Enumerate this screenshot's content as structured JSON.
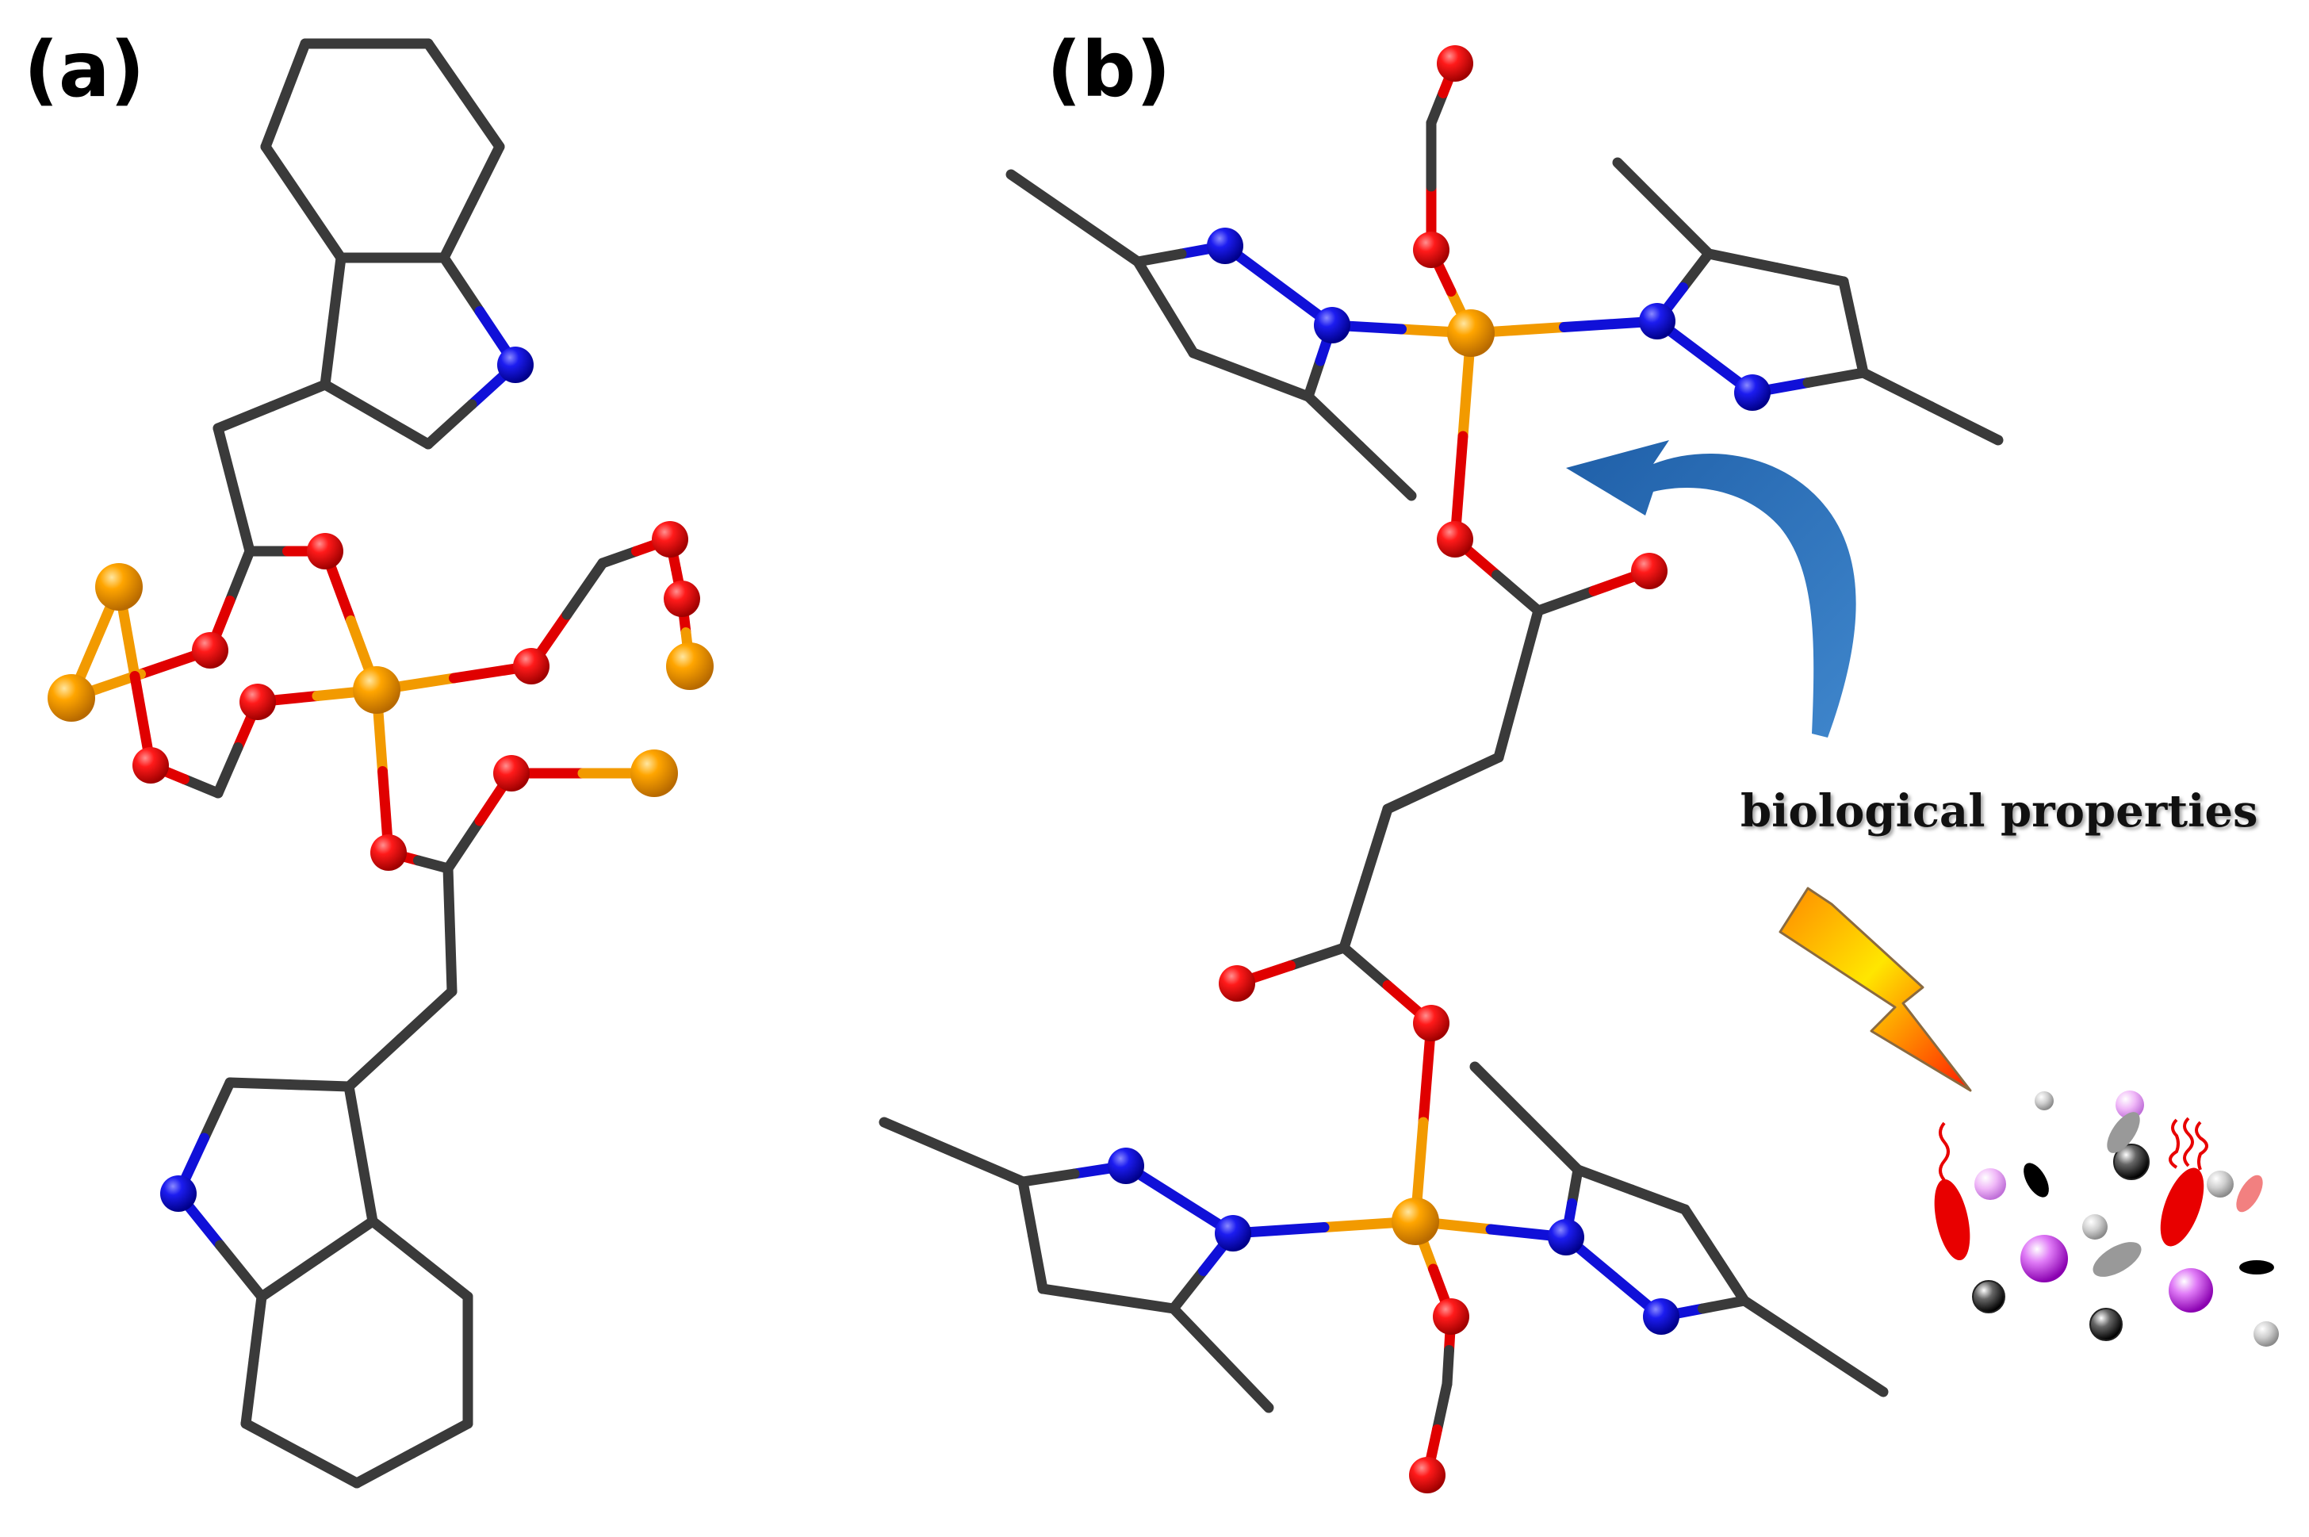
{
  "panels": {
    "a": {
      "label": "(a)"
    },
    "b": {
      "label": "(b)"
    }
  },
  "caption": "biological properties",
  "colors": {
    "carbon": "#3a3a3a",
    "oxygen": "#e00000",
    "nitrogen": "#1010d8",
    "metal": "#f29a00",
    "arrow": "#2a6db0"
  },
  "icons": [
    "curved-arrow-icon",
    "lightning-bolt-icon",
    "microorganisms-icon"
  ]
}
